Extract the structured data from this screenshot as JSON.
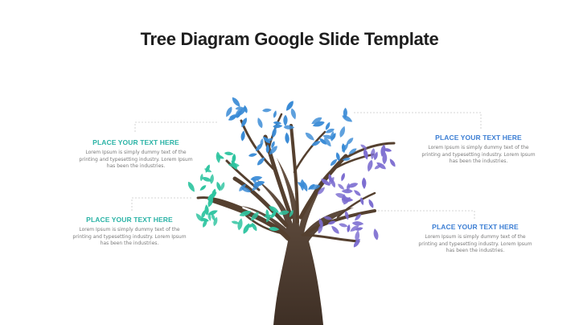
{
  "slide": {
    "title": "Tree Diagram Google Slide Template"
  },
  "callouts": [
    {
      "id": "top-left",
      "heading": "PLACE YOUR TEXT HERE",
      "body": "Lorem Ipsum is simply dummy text of the printing and typesetting industry. Lorem Ipsum has been the industries."
    },
    {
      "id": "bottom-left",
      "heading": "PLACE YOUR TEXT HERE",
      "body": "Lorem Ipsum is simply dummy text of the printing and typesetting industry. Lorem Ipsum has been the industries."
    },
    {
      "id": "top-right",
      "heading": "PLACE YOUR TEXT HERE",
      "body": "Lorem Ipsum is simply dummy text of the printing and typesetting industry. Lorem Ipsum has been the industries."
    },
    {
      "id": "bottom-right",
      "heading": "PLACE YOUR TEXT HERE",
      "body": "Lorem Ipsum is simply dummy text of the printing and typesetting industry. Lorem Ipsum has been the industries."
    }
  ],
  "colors": {
    "trunk": "#5a4637",
    "leaf_teal": "#2ec4a0",
    "leaf_blue": "#3a8bd6",
    "leaf_purple": "#7b6cd0",
    "heading_teal": "#2bb3a6",
    "heading_blue": "#3d7fd4"
  }
}
